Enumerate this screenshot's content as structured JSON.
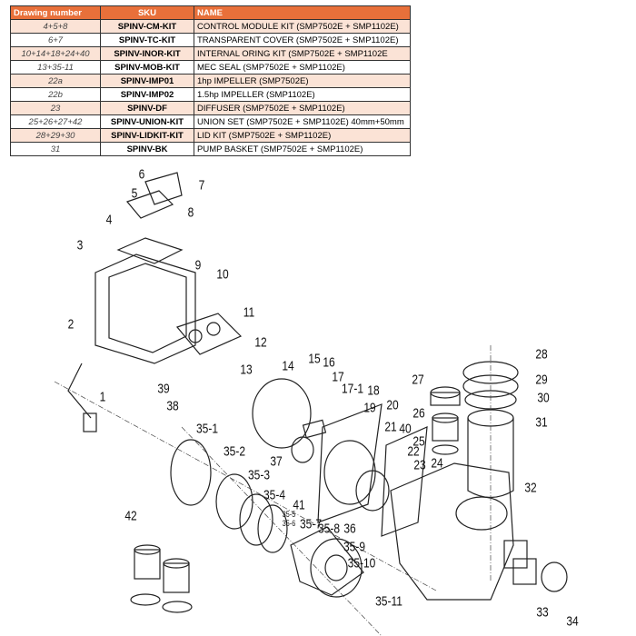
{
  "table": {
    "headers": [
      "Drawing number",
      "SKU",
      "NAME"
    ],
    "rows": [
      [
        "4+5+8",
        "SPINV-CM-KIT",
        "CONTROL MODULE KIT (SMP7502E + SMP1102E)"
      ],
      [
        "6+7",
        "SPINV-TC-KIT",
        "TRANSPARENT COVER (SMP7502E + SMP1102E)"
      ],
      [
        "10+14+18+24+40",
        "SPINV-INOR-KIT",
        "INTERNAL ORING KIT (SMP7502E + SMP1102E"
      ],
      [
        "13+35-11",
        "SPINV-MOB-KIT",
        "MEC SEAL (SMP7502E + SMP1102E)"
      ],
      [
        "22a",
        "SPINV-IMP01",
        "1hp IMPELLER (SMP7502E)"
      ],
      [
        "22b",
        "SPINV-IMP02",
        "1.5hp IMPELLER (SMP1102E)"
      ],
      [
        "23",
        "SPINV-DF",
        "DIFFUSER (SMP7502E + SMP1102E)"
      ],
      [
        "25+26+27+42",
        "SPINV-UNION-KIT",
        "UNION SET (SMP7502E + SMP1102E) 40mm+50mm"
      ],
      [
        "28+29+30",
        "SPINV-LIDKIT-KIT",
        "LID KIT (SMP7502E + SMP1102E)"
      ],
      [
        "31",
        "SPINV-BK",
        "PUMP BASKET (SMP7502E + SMP1102E)"
      ]
    ],
    "header_color": "#e8703a",
    "stripe_color": "#fbe3d6"
  },
  "diagram": {
    "labels": [
      "1",
      "2",
      "3",
      "4",
      "5",
      "6",
      "7",
      "8",
      "9",
      "10",
      "11",
      "12",
      "13",
      "14",
      "15",
      "16",
      "17",
      "17-1",
      "18",
      "19",
      "20",
      "21",
      "40",
      "22",
      "23",
      "24",
      "25",
      "26",
      "27",
      "28",
      "29",
      "30",
      "31",
      "32",
      "33",
      "34",
      "35-1",
      "35-2",
      "35-3",
      "35-4",
      "35-5",
      "35-6",
      "35-7",
      "35-8",
      "36",
      "35-9",
      "35-10",
      "35-11",
      "37",
      "38",
      "39",
      "41",
      "42"
    ]
  }
}
